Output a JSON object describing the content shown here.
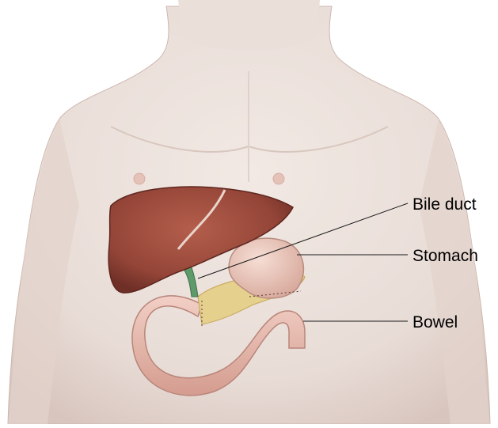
{
  "labels": {
    "bile_duct": "Bile duct",
    "stomach": "Stomach",
    "bowel": "Bowel"
  },
  "colors": {
    "skin": "#ece0da",
    "skin_shadow": "#d9c8c0",
    "liver": "#9a4a3c",
    "liver_dark": "#6e2f27",
    "bile_duct": "#5e9a6a",
    "pancreas": "#e6d08e",
    "stomach": "#ecc9bd",
    "bowel": "#e7b7ac",
    "leader": "#1a1a1a"
  }
}
